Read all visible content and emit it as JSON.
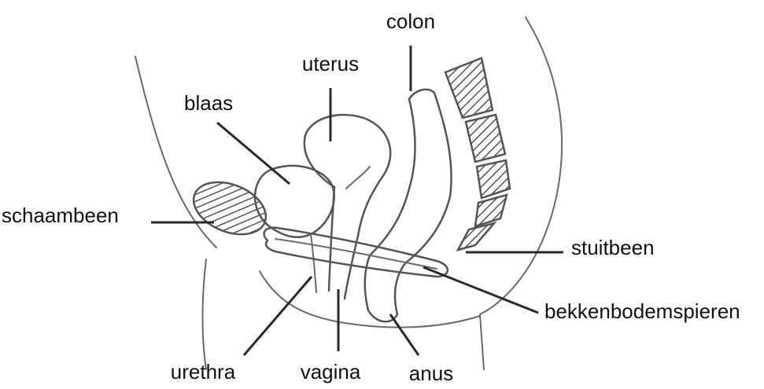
{
  "labels": {
    "colon": "colon",
    "uterus": "uterus",
    "blaas": "blaas",
    "schaambeen": "schaambeen",
    "stuitbeen": "stuitbeen",
    "bekkenbodemspieren": "bekkenbodemspieren",
    "urethra": "urethra",
    "vagina": "vagina",
    "anus": "anus"
  },
  "colors": {
    "line": "#555555",
    "leader": "#2a2a2a",
    "text": "#111111",
    "background": "#ffffff"
  }
}
